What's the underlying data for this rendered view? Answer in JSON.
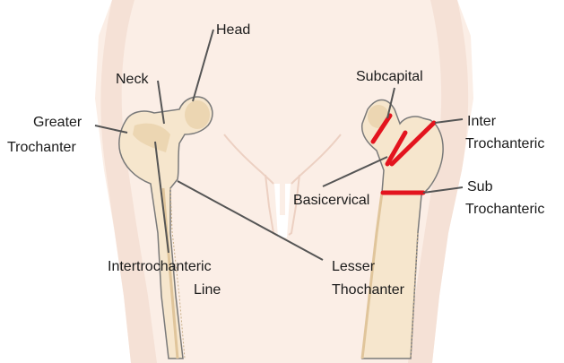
{
  "colors": {
    "skin": "#fbeee6",
    "skin_shadow": "#f3d9cc",
    "bone": "#f6e6cd",
    "bone_dark": "#e7cfa8",
    "outline": "#6b6b6b",
    "leader": "#5a5a5a",
    "fracture": "#e3141e"
  },
  "left_labels": {
    "head": "Head",
    "neck": "Neck",
    "greater_l1": "Greater",
    "greater_l2": "Trochanter",
    "intertroch_l1": "Intertrochanteric",
    "intertroch_l2": "Line",
    "lesser_l1": "Lesser",
    "lesser_l2": "Thochanter"
  },
  "right_labels": {
    "subcapital": "Subcapital",
    "inter_l1": "Inter",
    "inter_l2": "Trochanteric",
    "basicervical": "Basicervical",
    "sub_l1": "Sub",
    "sub_l2": "Trochanteric"
  }
}
